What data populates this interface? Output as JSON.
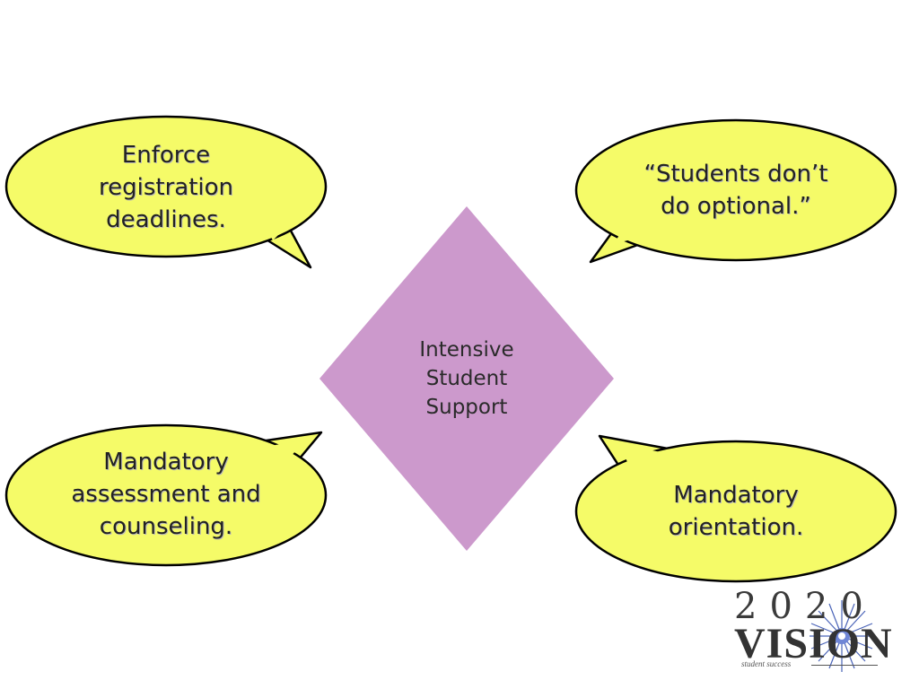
{
  "slide": {
    "background": "#ffffff"
  },
  "bubbles": [
    {
      "id": "top-left",
      "lines": [
        "Enforce",
        "registration",
        "deadlines."
      ]
    },
    {
      "id": "top-right",
      "lines": [
        "“Students don’t",
        "do optional.”"
      ]
    },
    {
      "id": "bottom-left",
      "lines": [
        "Mandatory",
        "assessment and",
        "counseling."
      ]
    },
    {
      "id": "bottom-right",
      "lines": [
        "Mandatory",
        "orientation."
      ]
    }
  ],
  "center": {
    "lines": [
      "Intensive",
      "Student",
      "Support"
    ]
  },
  "logo": {
    "digits": "2020",
    "word": "VISION",
    "tagline": "student success"
  },
  "colors": {
    "bubble_fill": "#f5fb68",
    "bubble_stroke": "#000000",
    "diamond_fill": "#cc99cc"
  }
}
